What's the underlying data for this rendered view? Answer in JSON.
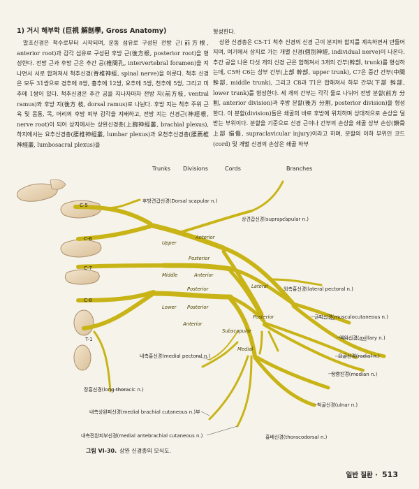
{
  "section_heading": "1) 거시 해부학 (巨視 解剖學, Gross Anatomy)",
  "left_paragraph": "말초신경은 척수로부터 시작되며, 운동 섬유로 구성된 전방 근(前方根, anterior root)과 감각 섬유로 구성된 후방 근(後方根, posterior root)을 형성한다. 전방 근과 후방 근은 추간 공(椎間孔, intervertebral foramen)을 지나면서 서로 합쳐져서 척추신경(脊椎神經, spinal nerve)을 이룬다. 척추 신경은 모두 31쌍으로 경추에 8쌍, 흉추에 12쌍, 요추에 5쌍, 천추에 5쌍, 그리고 미추에 1쌍이 있다. 척추신경은 추간 공을 지나자마자 전방 지(前方枝, ventral ramus)와 후방 지(後方 枝, dorsal ramus)로 나뉜다. 후방 지는 척추 주위 근육 및 몸통, 목, 머리의 후방 피부 감각을 지배하고, 전방 지는 신경근(神經根, nerve root)이 되어 상지에서는 상완신경총(上腕神經叢, brachial plexus), 하지에서는 요추신경총(腰椎神經叢, lumbar plexus)과 요천추신경총(腰薦椎神經叢, lumbosacral plexus)을",
  "right_paragraph_1": "형성한다.",
  "right_paragraph_2": "상완 신경총은 C5-T1 척추 신경의 신경 근이 분지와 합지를 계속하면서 만들어지며, 여기에서 상지로 가는 개별 신경(個別神經, individual nerve)이 나온다. 추간 공을 나온 다섯 개의 신경 근은 합해져서 3개의 간부(幹部, trunk)를 형성하는데, C5와 C6는 상부 간부(上部 幹部, upper trunk), C7은 중간 간부(中間幹部, middle trunk), 그리고 C8과 T1은 합해져서 하부 간부(下部 幹部, lower trunk)를 형성한다. 세 개의 간부는 각각 둘로 나뉘어 전방 분할(前方 分割, anterior division)과 후방 분할(後方 分割, posterior division)을 형성한다. 이 분할(division)들은 쇄골의 바로 후방에 위치하며 상대적으로 손상을 덜 받는 부위이다. 분할을 기준으로 신경 근이나 간부의 손상을 쇄골 상부 손상(鎖骨 上部 損傷, supraclavicular injury)이라고 하며, 분할의 이하 부위인 코드(cord) 및 개별 신경의 손상은 쇄골 하부",
  "figure": {
    "headers": [
      "Trunks",
      "Divisions",
      "Cords",
      "Branches"
    ],
    "roots": [
      "C-5",
      "C-6",
      "C-7",
      "C-8",
      "T-1"
    ],
    "trunk_labels": [
      "Upper",
      "Middle",
      "Lower"
    ],
    "division_labels": [
      "Anterior",
      "Posterior",
      "Anterior",
      "Posterior",
      "Posterior",
      "Anterior"
    ],
    "cord_labels": [
      "Lateral",
      "Posterior",
      "Medial",
      "Subscapular"
    ],
    "nerves": {
      "dorsal_scapular": "후방견갑신경(Dorsal scapular n.)",
      "suprascapular": "상견갑신경(suprascapular n.)",
      "lateral_pectoral": "외측흉신경(lateral pectoral n.)",
      "musculocutaneous": "근피신경(musculocutaneous n.)",
      "axillary": "액와신경(axillary n.)",
      "radial": "요골신경(radial n.)",
      "median": "정중신경(median n.)",
      "ulnar": "척골신경(ulnar n.)",
      "thoracodorsal": "흉배신경(thoracodorsal n.)",
      "medial_pectoral": "내측흉신경(medial pectoral n.)",
      "long_thoracic": "장흉신경(long thoracic n.)",
      "medial_brachial_cutaneous": "내측상완피신경(medial brachial cutaneous n.)부",
      "medial_antebrachial_cutaneous": "내측전완피부신경(medial antebrachial cutaneous n.)"
    },
    "nerve_color": "#c8b417"
  },
  "caption": {
    "label": "그림 VI-30.",
    "text": "상완 신경총의 모식도."
  },
  "footer": {
    "section": "일반 질환",
    "page": "513"
  }
}
